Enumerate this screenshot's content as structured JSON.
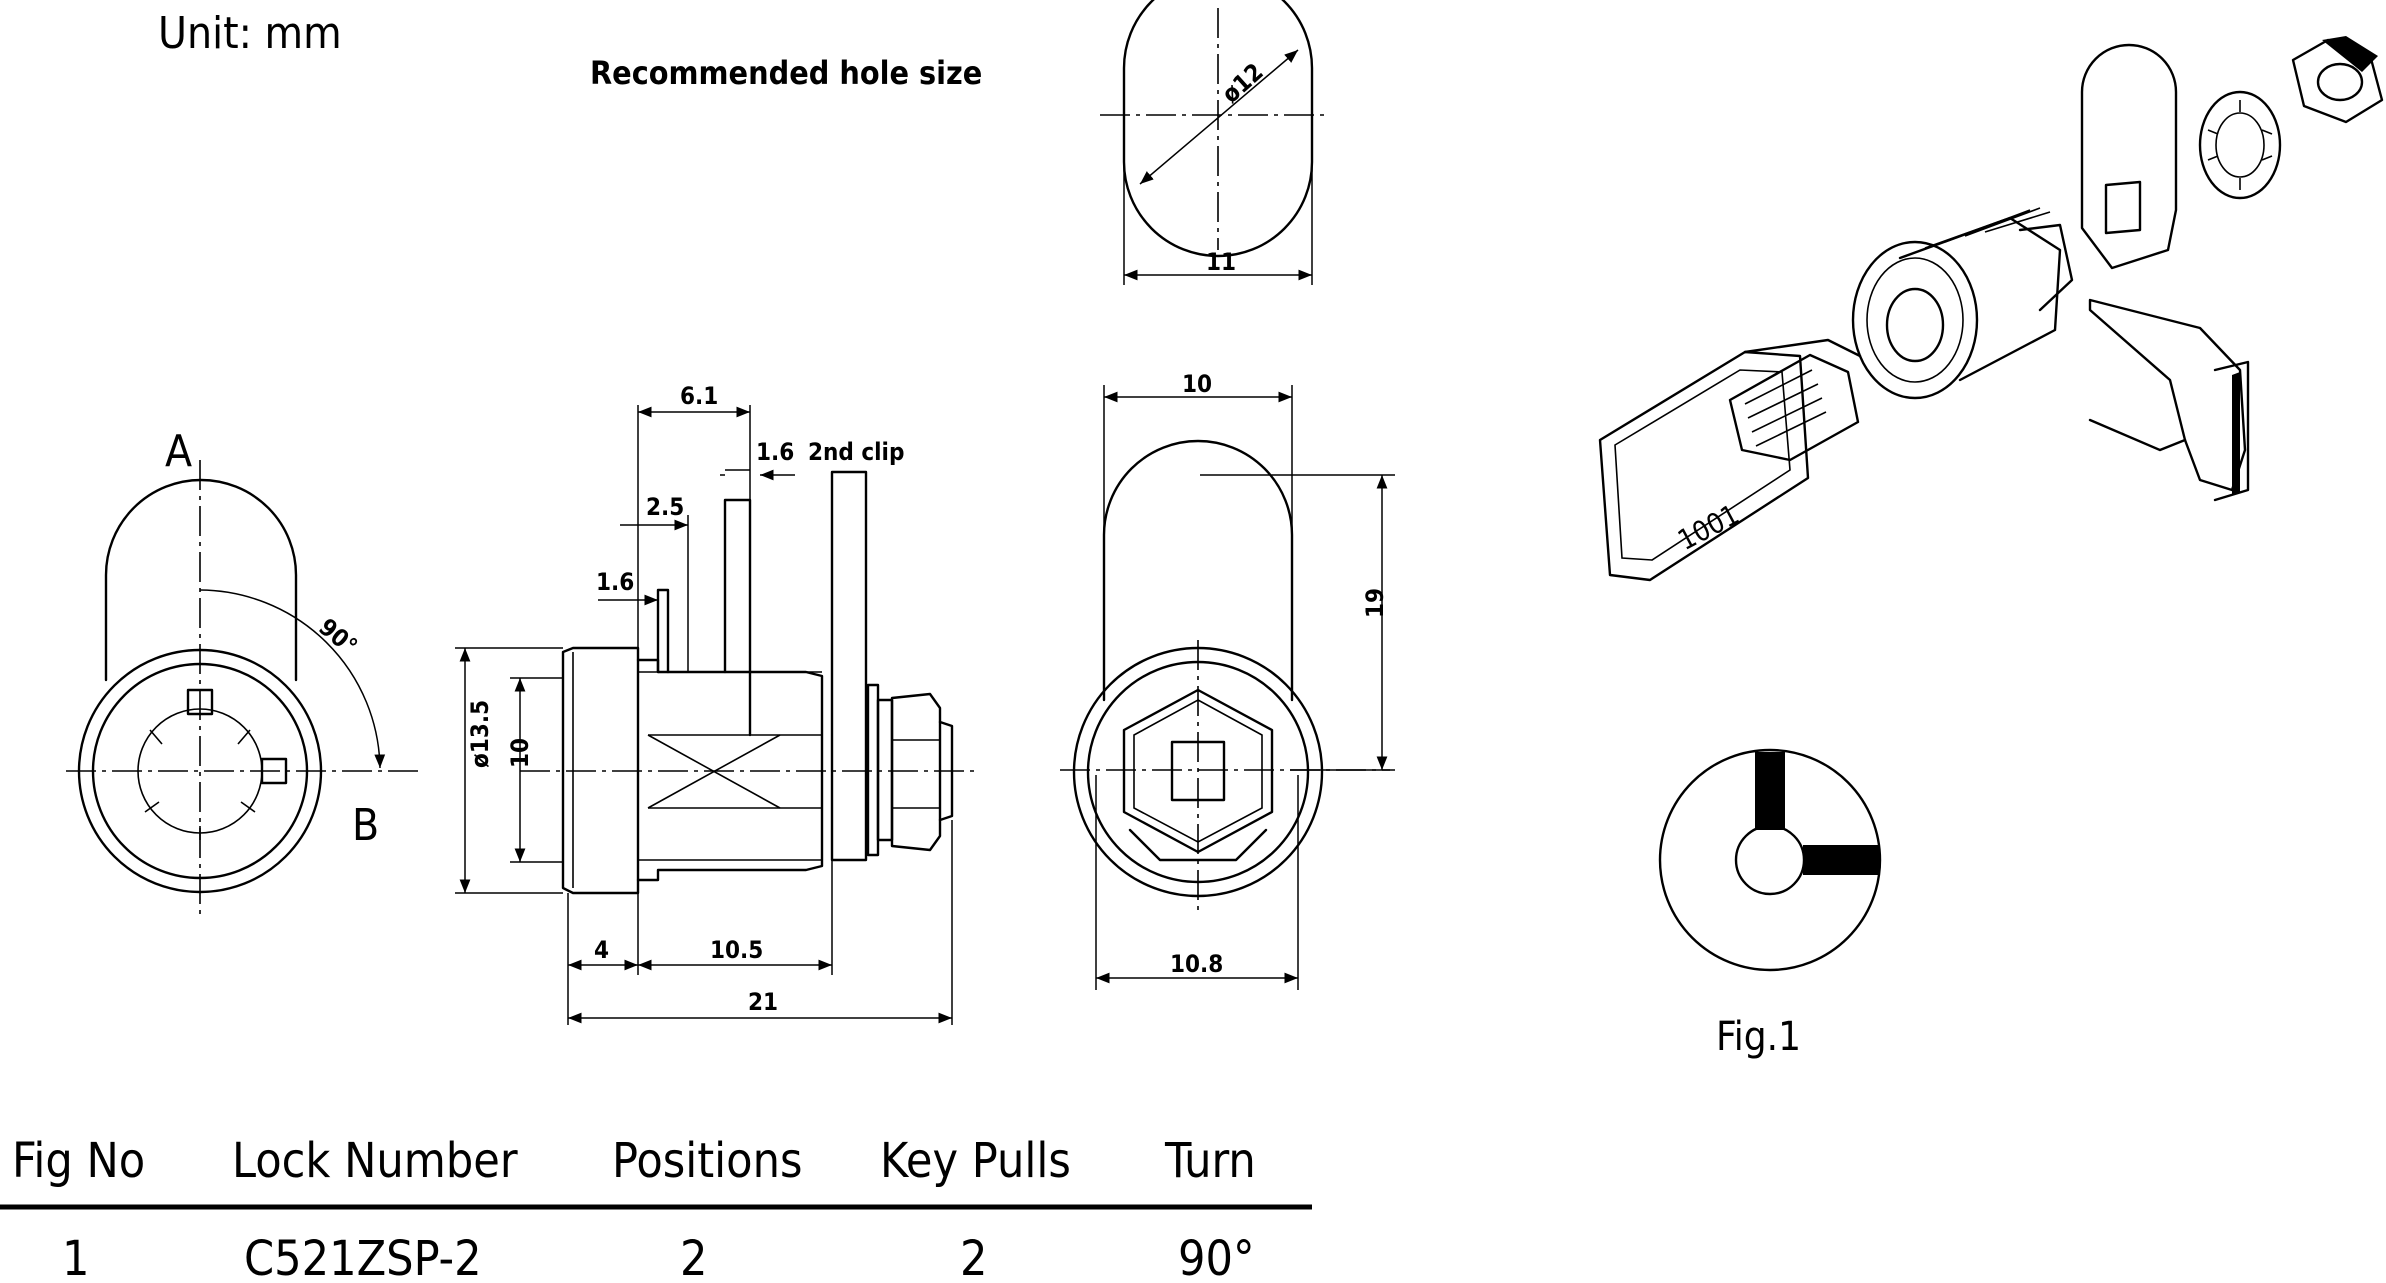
{
  "unit_label": "Unit:  mm",
  "hole_caption": "Recommended hole size",
  "front_view": {
    "label_a": "A",
    "label_b": "B",
    "angle": "90°"
  },
  "side_view": {
    "d_6_1": "6.1",
    "d_1_6_clip": "1.6",
    "clip_note": "2nd clip",
    "d_2_5": "2.5",
    "d_1_6": "1.6",
    "d_13_5": "ø13.5",
    "d_10": "10",
    "d_4": "4",
    "d_10_5": "10.5",
    "d_21": "21"
  },
  "hole_view": {
    "d_12": "ø12",
    "d_11": "11"
  },
  "back_view": {
    "d_10": "10",
    "d_19": "19",
    "d_10_8": "10.8"
  },
  "exploded": {
    "key_code": "1001"
  },
  "figure_caption": "Fig.1",
  "table": {
    "headers": [
      "Fig  No",
      "Lock  Number",
      "Positions",
      "Key  Pulls",
      "Turn"
    ],
    "row": [
      "1",
      "C521ZSP-2",
      "2",
      "2",
      "90°"
    ]
  }
}
